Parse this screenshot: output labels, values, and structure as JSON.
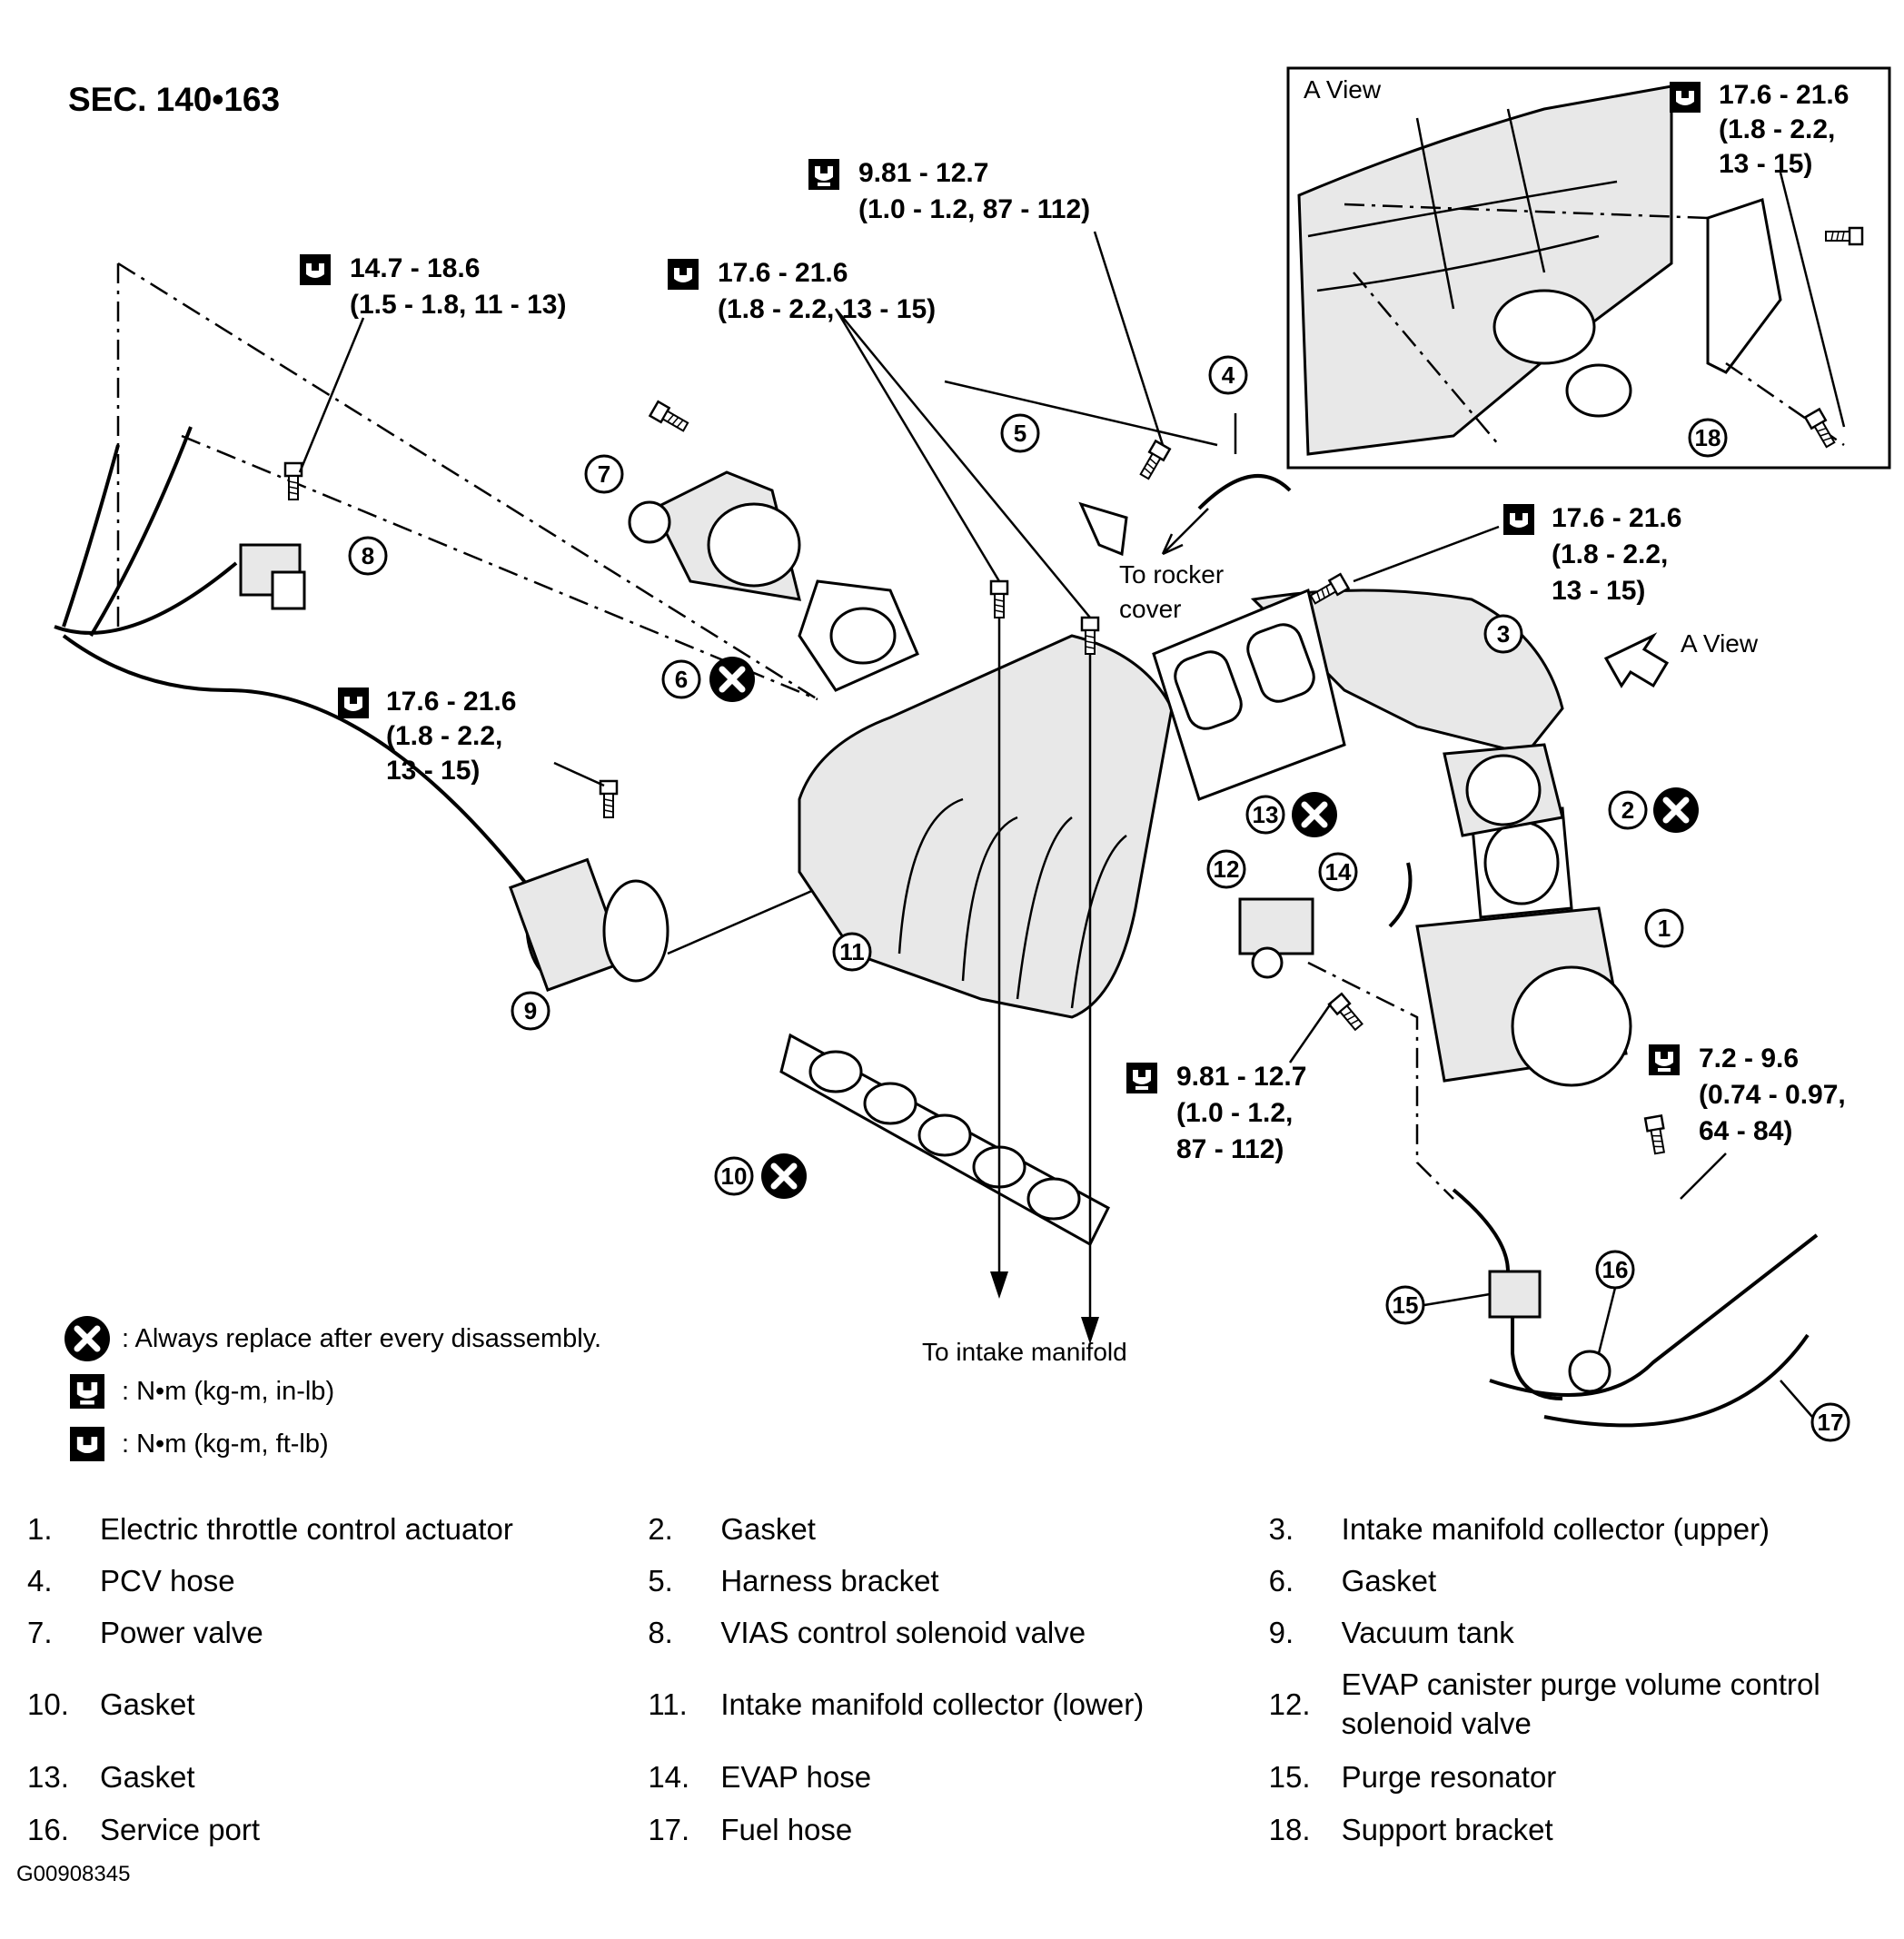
{
  "section": "SEC. 140•163",
  "view_label": "A View",
  "arrow_view_label": "A View",
  "notes": {
    "to_rocker_cover_1": "To rocker",
    "to_rocker_cover_2": "cover",
    "to_intake_manifold": "To intake manifold"
  },
  "torques": {
    "t1": [
      "14.7 - 18.6",
      "(1.5 - 1.8, 11 - 13)"
    ],
    "t2": [
      "17.6 - 21.6",
      "(1.8 - 2.2, 13 - 15)"
    ],
    "t3": [
      "9.81 - 12.7",
      "(1.0 - 1.2, 87 - 112)"
    ],
    "t4": [
      "17.6 - 21.6",
      "(1.8 - 2.2,",
      "13 - 15)"
    ],
    "t5": [
      "17.6 - 21.6",
      "(1.8 - 2.2,",
      "13 - 15)"
    ],
    "t6": [
      "17.6 - 21.6",
      "(1.8 - 2.2,",
      "13 - 15)"
    ],
    "t7": [
      "9.81 - 12.7",
      "(1.0 - 1.2,",
      "87 - 112)"
    ],
    "t8": [
      "7.2 - 9.6",
      "(0.74 - 0.97,",
      "64 - 84)"
    ]
  },
  "callouts": [
    "1",
    "2",
    "3",
    "4",
    "5",
    "6",
    "7",
    "8",
    "9",
    "10",
    "11",
    "12",
    "13",
    "14",
    "15",
    "16",
    "17",
    "18"
  ],
  "legend": [
    {
      "icon": "replace-icon",
      "text": ": Always replace after every disassembly."
    },
    {
      "icon": "torque-in-lb-icon",
      "text": ": N•m (kg-m, in-lb)"
    },
    {
      "icon": "torque-ft-lb-icon",
      "text": ": N•m (kg-m, ft-lb)"
    }
  ],
  "parts": [
    [
      {
        "num": "1.",
        "name": "Electric throttle control actuator"
      },
      {
        "num": "2.",
        "name": "Gasket"
      },
      {
        "num": "3.",
        "name": "Intake manifold collector (upper)"
      }
    ],
    [
      {
        "num": "4.",
        "name": "PCV hose"
      },
      {
        "num": "5.",
        "name": "Harness bracket"
      },
      {
        "num": "6.",
        "name": "Gasket"
      }
    ],
    [
      {
        "num": "7.",
        "name": "Power valve"
      },
      {
        "num": "8.",
        "name": "VIAS control solenoid valve"
      },
      {
        "num": "9.",
        "name": "Vacuum tank"
      }
    ],
    [
      {
        "num": "10.",
        "name": "Gasket"
      },
      {
        "num": "11.",
        "name": "Intake manifold collector (lower)"
      },
      {
        "num": "12.",
        "name": "EVAP canister purge volume control solenoid valve"
      }
    ],
    [
      {
        "num": "13.",
        "name": "Gasket"
      },
      {
        "num": "14.",
        "name": "EVAP hose"
      },
      {
        "num": "15.",
        "name": "Purge resonator"
      }
    ],
    [
      {
        "num": "16.",
        "name": "Service port"
      },
      {
        "num": "17.",
        "name": "Fuel hose"
      },
      {
        "num": "18.",
        "name": "Support bracket"
      }
    ]
  ],
  "figure_id": "G00908345"
}
